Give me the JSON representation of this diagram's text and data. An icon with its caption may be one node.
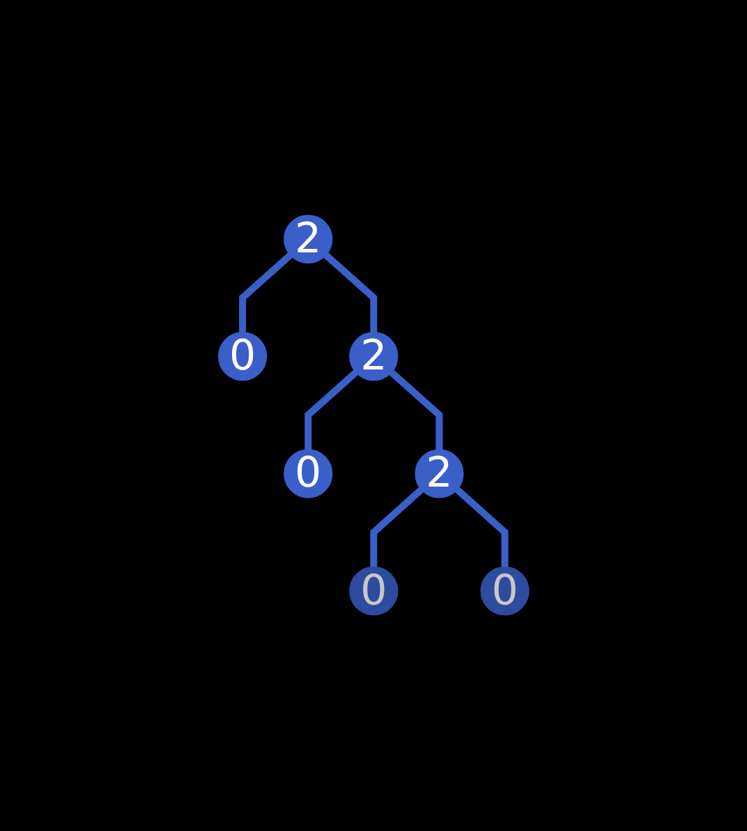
{
  "diagram": {
    "nodes": [
      {
        "text": [
          "2"
        ]
      },
      {
        "text": [
          "0"
        ]
      },
      {
        "text": [
          "2"
        ]
      },
      {
        "text": [
          "0"
        ]
      },
      {
        "text": [
          "2"
        ]
      },
      {
        "text": [
          "0"
        ]
      },
      {
        "text": [
          "0"
        ]
      }
    ],
    "edges": [
      {
        "from": 0,
        "to": 1,
        "arrow": "none"
      },
      {
        "from": 0,
        "to": 2,
        "arrow": "none"
      },
      {
        "from": 2,
        "to": 3,
        "arrow": "none"
      },
      {
        "from": 2,
        "to": 4,
        "arrow": "none"
      },
      {
        "from": 4,
        "to": 5,
        "arrow": "none"
      },
      {
        "from": 4,
        "to": 6,
        "arrow": "none"
      }
    ]
  }
}
